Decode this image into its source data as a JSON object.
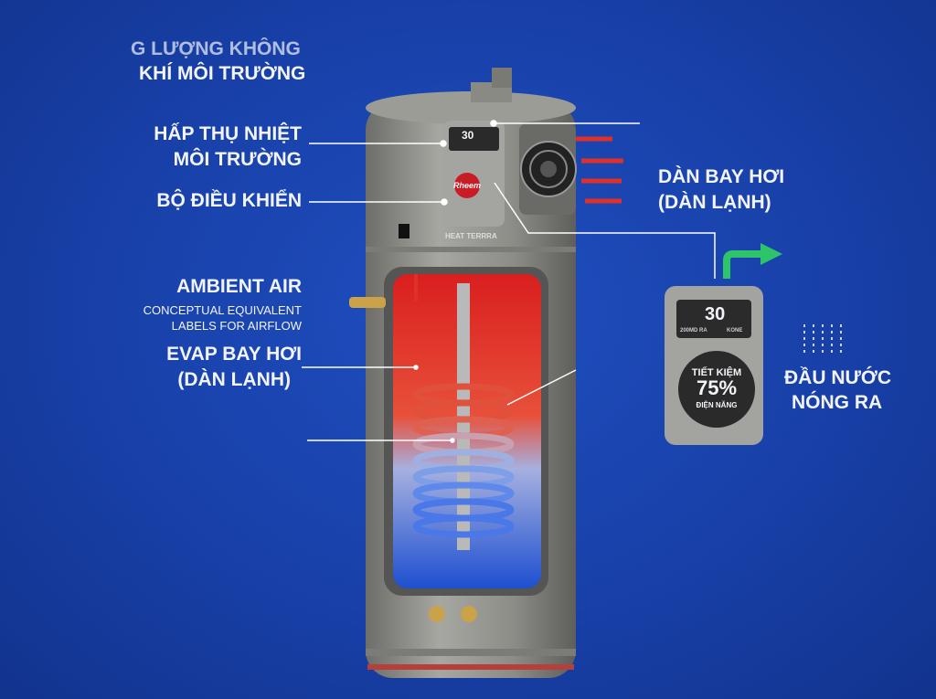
{
  "top_caption": {
    "line1": "G LƯỢNG KHÔNG",
    "line2": "KHÍ MÔI TRƯỜNG"
  },
  "labels_left": {
    "absorb_heat": {
      "line1": "HẤP THỤ NHIỆT",
      "line2": "MÔI TRƯỜNG"
    },
    "controller": "BỘ ĐIỀU KHIỂN",
    "ambient_air": {
      "title": "AMBIENT AIR",
      "line1": "CONCEPTUAL EQUIVALENT",
      "line2": "LABELS FOR AIRFLOW"
    },
    "evap": {
      "line1": "EVAP BAY HƠI",
      "line2": "(DÀN LẠNH)"
    }
  },
  "labels_right": {
    "evaporator": {
      "line1": "DÀN BAY HƠI",
      "line2": "(DÀN LẠNH)"
    },
    "hot_water_out": {
      "line1": "ĐẦU NƯỚC",
      "line2": "NÓNG RA"
    }
  },
  "tank": {
    "brand": "Rheem",
    "model": "HEAT TERRRA",
    "display_temp": "30"
  },
  "remote": {
    "display_temp": "30",
    "status_left": "200MD RA",
    "status_right": "KONE",
    "badge": {
      "line1": "TIẾT KIỆM",
      "value": "75%",
      "line2": "ĐIỆN NĂNG"
    }
  },
  "colors": {
    "background": "#1840a8",
    "tank": "#8e8e89",
    "hot": "#e8332a",
    "cold": "#2f6fe0"
  }
}
